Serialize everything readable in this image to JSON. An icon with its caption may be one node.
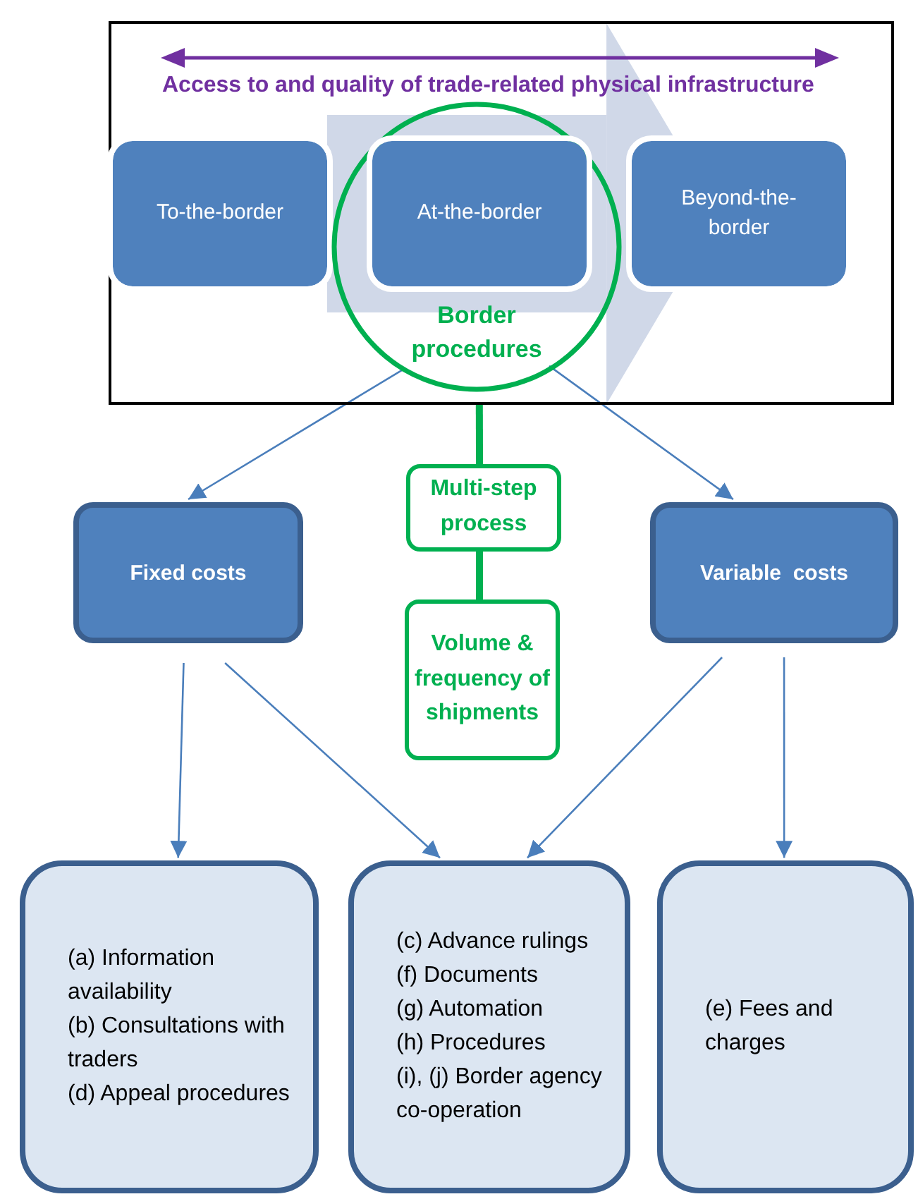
{
  "diagram": {
    "nodes": [
      {
        "text": [],
        "shape": "box"
      },
      {
        "text": [
          "To-the-border"
        ],
        "in": 0
      },
      {
        "text": [
          "Border procedures"
        ],
        "in": 0
      },
      {
        "text": [
          "At-the-border"
        ],
        "in": 2
      },
      {
        "text": [
          "Beyond-the-border"
        ],
        "in": 0
      },
      {
        "text": [
          "Fixed costs"
        ]
      },
      {
        "text": [
          "Multi-step process"
        ]
      },
      {
        "text": [
          "Volume & frequency of shipments"
        ]
      },
      {
        "text": [
          "Variable  costs"
        ]
      },
      {
        "text": [
          "(a) Information availability",
          "(b) Consultations with traders",
          "(d) Appeal procedures"
        ]
      },
      {
        "text": [
          "(c) Advance rulings",
          "(f) Documents",
          "(g) Automation",
          "(h) Procedures",
          "(i), (j) Border agency co-operation"
        ]
      },
      {
        "text": [
          "(e) Fees and charges"
        ]
      }
    ],
    "edges": [
      {
        "from": 2,
        "to": 5,
        "arrow": "to"
      },
      {
        "from": 2,
        "to": 8,
        "arrow": "to"
      },
      {
        "from": 0,
        "to": 6,
        "arrow": "none",
        "style": "thick",
        "color": "#00b050"
      },
      {
        "from": 6,
        "to": 7,
        "arrow": "none",
        "style": "thick",
        "color": "#00b050"
      },
      {
        "from": 5,
        "to": 9,
        "arrow": "to"
      },
      {
        "from": 5,
        "to": 10,
        "arrow": "to"
      },
      {
        "from": 8,
        "to": 10,
        "arrow": "to"
      },
      {
        "from": 8,
        "to": 11,
        "arrow": "to"
      },
      {
        "from": 1,
        "to": 3,
        "arrow": "none",
        "style": "thick",
        "color": "#d0d8e8"
      },
      {
        "from": 3,
        "to": 4,
        "arrow": "to",
        "style": "thick",
        "color": "#d0d8e8"
      }
    ],
    "labels": [
      "Access to and quality of trade-related physical infrastructure"
    ]
  }
}
